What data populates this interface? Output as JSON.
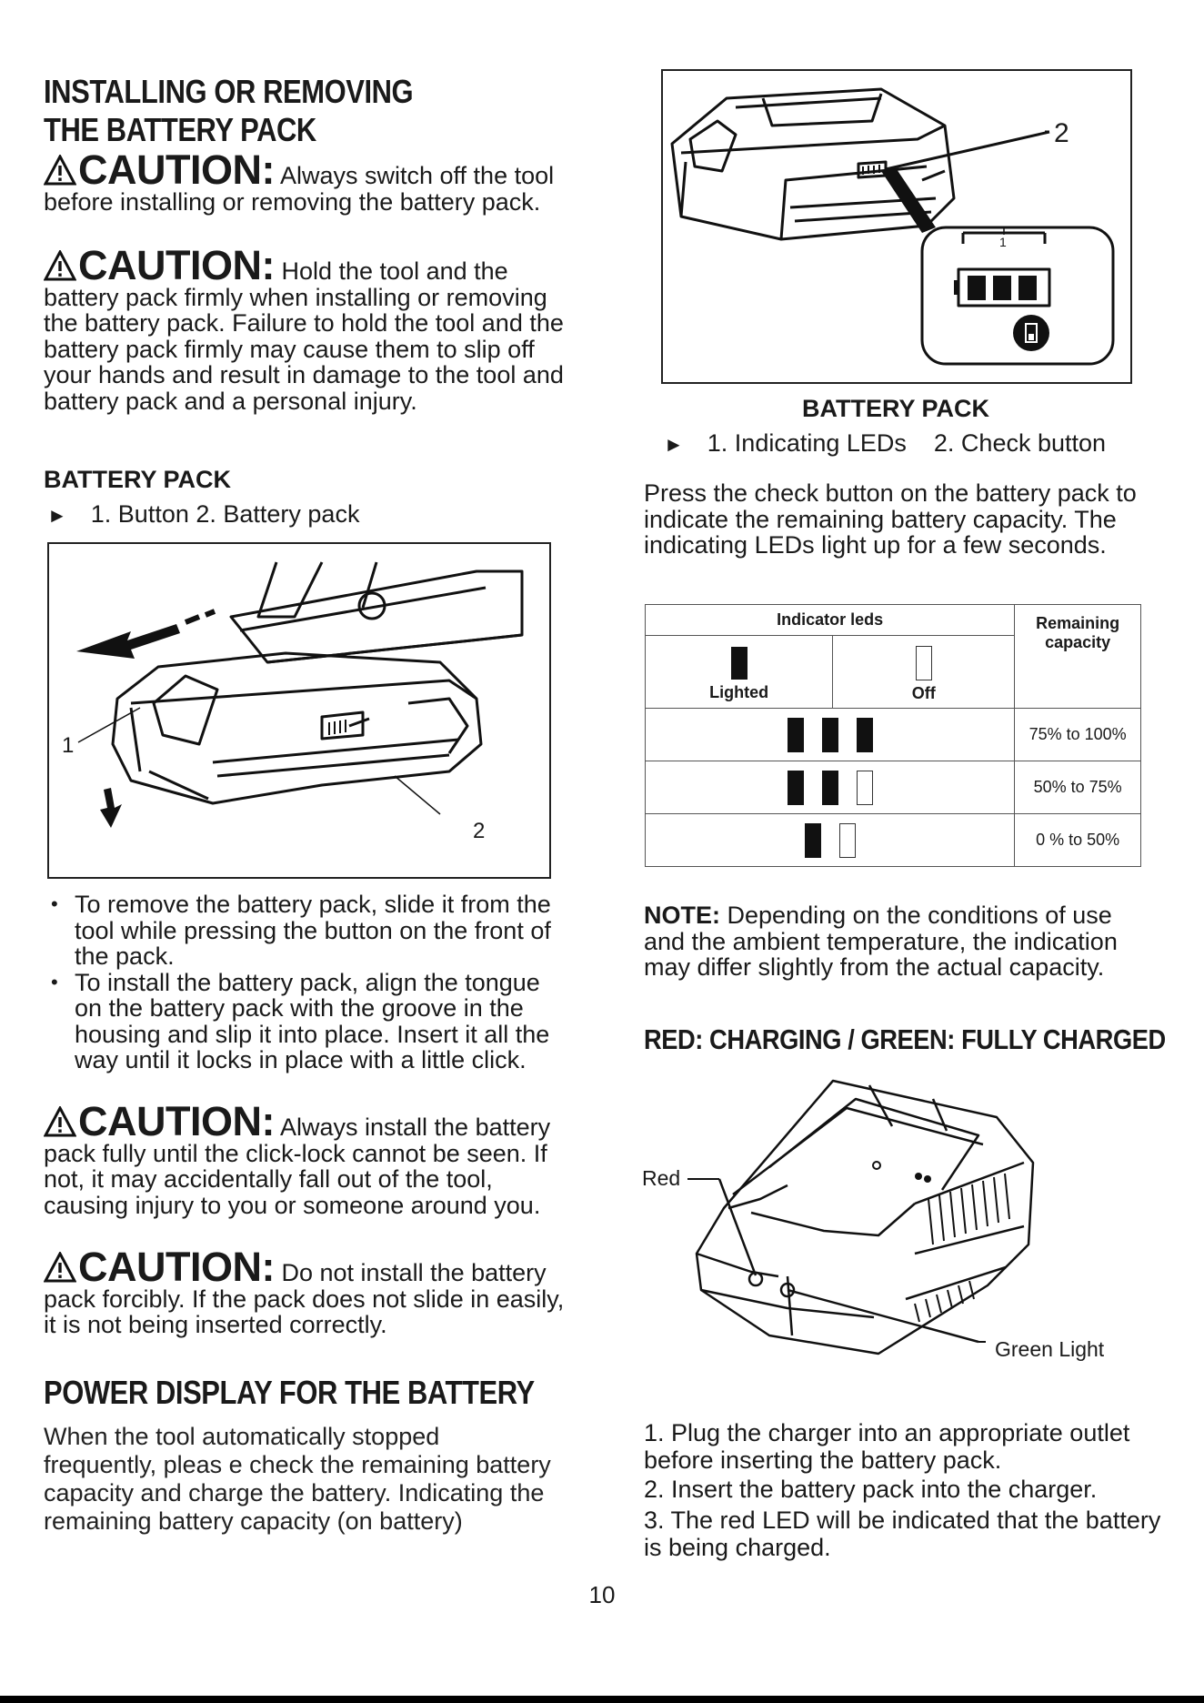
{
  "left": {
    "title_line1": "INSTALLING OR REMOVING",
    "title_line2": "THE BATTERY PACK",
    "caution_word": "CAUTION:",
    "caution1": "Always switch off the tool before installing or removing the battery pack.",
    "caution2": "Hold the tool and the battery pack firmly when installing or removing the battery pack. Failure to hold the tool and the battery pack firmly may cause them to slip off your hands and result in damage to the tool and battery pack and a personal injury.",
    "fig_heading": "BATTERY PACK",
    "fig_caption": "1. Button  2. Battery pack",
    "fig_label_1": "1",
    "fig_label_2": "2",
    "bullets": [
      "To remove the battery pack, slide it from the tool while pressing the button on the front of the pack.",
      "To install the battery pack, align the tongue on the battery pack with the groove in the housing and slip it into place. Insert it all the way until it locks in place with a little click."
    ],
    "caution3": "Always install the battery pack fully until the click-lock cannot be seen. If not, it may accidentally fall out of the tool, causing injury to you or someone around you.",
    "caution4": "Do not install the battery pack forcibly. If the pack does not slide in easily, it is not being inserted correctly.",
    "section2_title": "POWER DISPLAY FOR THE BATTERY",
    "section2_text": "When the tool automatically stopped frequently, pleas e check the remaining battery capacity and charge the battery. Indicating the remaining battery capacity (on battery)"
  },
  "right": {
    "fig_label_1": "1",
    "fig_label_2": "2",
    "fig_heading": "BATTERY PACK",
    "fig_caption": "1. Indicating LEDs    2. Check button",
    "press_text": "Press the check button on the battery pack to indicate the remaining battery capacity. The indicating LEDs light up for a few seconds.",
    "table": {
      "header_indicator": "Indicator leds",
      "header_remaining": "Remaining capacity",
      "lighted": "Lighted",
      "off": "Off",
      "rows": [
        {
          "lit": 3,
          "off": 0,
          "label": "75% to 100%"
        },
        {
          "lit": 2,
          "off": 1,
          "label": "50% to 75%"
        },
        {
          "lit": 1,
          "off": 1,
          "label": "0 % to 50%"
        }
      ]
    },
    "note_label": "NOTE:",
    "note_text": " Depending on the conditions of use and the ambient temperature, the indication may differ slightly from the actual capacity.",
    "charging_title": "RED: CHARGING / GREEN: FULLY CHARGED",
    "charger_red": "Red",
    "charger_green": "Green Light",
    "steps": [
      "1. Plug the charger into an appropriate outlet before inserting the battery pack.",
      "2. Insert the battery pack into the charger.",
      "3. The red LED will be indicated that the battery is being charged."
    ]
  },
  "page_number": "10"
}
